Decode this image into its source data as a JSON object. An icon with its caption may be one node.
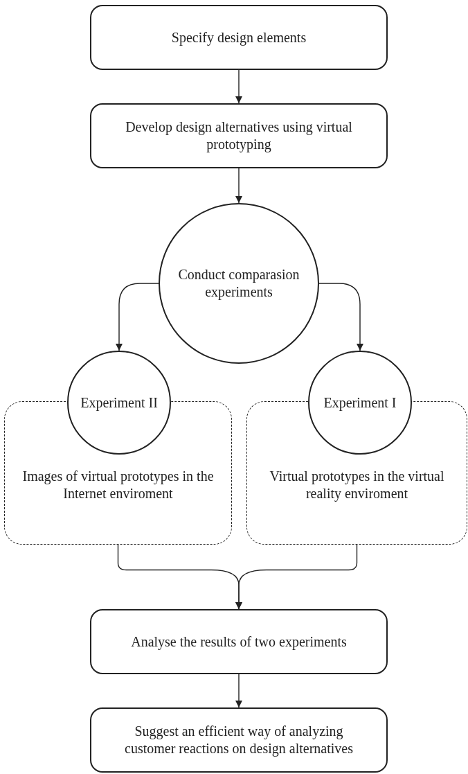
{
  "diagram": {
    "nodes": [
      {
        "text": [
          "Specify design elements"
        ]
      },
      {
        "text": [
          "Develop design alternatives using virtual prototyping"
        ]
      },
      {
        "text": [
          "Conduct comparasion experiments"
        ]
      },
      {
        "text": [
          "Experiment II"
        ]
      },
      {
        "text": [
          "Images of virtual prototypes in the Internet enviroment"
        ]
      },
      {
        "text": [
          "Experiment I"
        ]
      },
      {
        "text": [
          "Virtual prototypes in the virtual reality enviroment"
        ]
      },
      {
        "text": [
          "Analyse the results of two experiments"
        ]
      },
      {
        "text": [
          "Suggest an efficient way of analyzing customer reactions on design alternatives"
        ]
      }
    ],
    "edges": [
      {
        "from": 0,
        "to": 1,
        "arrow": "to"
      },
      {
        "from": 1,
        "to": 2,
        "arrow": "to"
      },
      {
        "from": 2,
        "to": 3,
        "arrow": "to"
      },
      {
        "from": 2,
        "to": 5,
        "arrow": "to"
      },
      {
        "from": 4,
        "to": 7,
        "arrow": "to"
      },
      {
        "from": 6,
        "to": 7,
        "arrow": "to"
      },
      {
        "from": 7,
        "to": 8,
        "arrow": "to"
      }
    ]
  }
}
